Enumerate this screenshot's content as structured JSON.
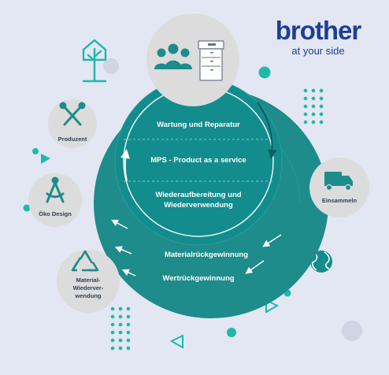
{
  "brand": {
    "name": "brother",
    "tagline": "at your side"
  },
  "cycle": {
    "inner_top": "Wartung und Reparatur",
    "inner_middle": "MPS - Product as a service",
    "inner_bottom_1": "Wiederaufbereitung und",
    "inner_bottom_2": "Wiederverwendung",
    "outer_1": "Materialrückgewinnung",
    "outer_2": "Wertrückgewinnung"
  },
  "nodes": {
    "producer": "Produzent",
    "eco_design": "Öko Design",
    "recycling_1": "Material-",
    "recycling_2": "Wiederver-",
    "recycling_3": "wendung",
    "collect": "Einsammeln"
  },
  "colors": {
    "background": "#e2e7f3",
    "outer_ring": "#1d8c8a",
    "inner_ring": "#138c8d",
    "node_fill": "#dcdcdc",
    "brand_blue": "#1f3f92",
    "accent_teal": "#1fb9a8"
  },
  "icons": {
    "top_node": [
      "people-icon",
      "printer-icon"
    ],
    "producer": "tools-icon",
    "eco_design": "compass-icon",
    "recycling": "recycle-icon",
    "collect": "truck-icon",
    "decor": [
      "tree-icon",
      "globe-icon"
    ]
  }
}
